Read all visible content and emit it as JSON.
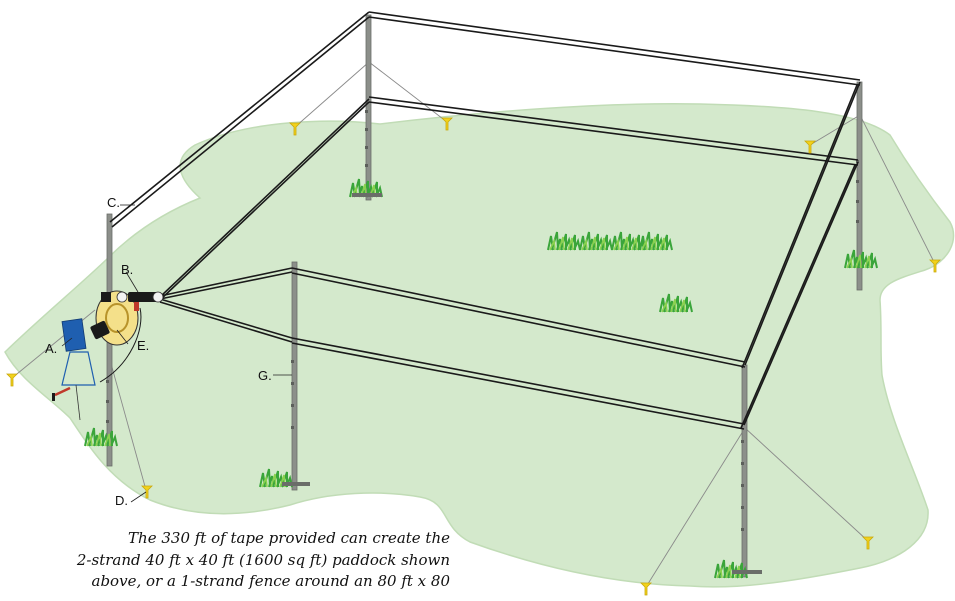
{
  "labels": {
    "a": "A.",
    "b": "B.",
    "c": "C.",
    "d": "D.",
    "e": "E.",
    "g": "G."
  },
  "caption": {
    "line1": "The 330 ft of tape provided can create the",
    "line2": "2-strand 40 ft x 40 ft (1600 sq ft) paddock shown",
    "line3": "above, or a 1-strand fence around an  80 ft x 80"
  },
  "colors": {
    "ground": "#d4e9cc",
    "ground_edge": "#b9d6ae",
    "post": "#8c8f8a",
    "tape": "#1a1a1a",
    "stake": "#f2d21b",
    "grass": "#3aa53a",
    "reel": "#f4e08a",
    "energizer": "#1f5fb0"
  },
  "icons": {
    "energizer": "energizer-box-icon",
    "reel": "tape-reel-icon",
    "stake": "ground-stake-icon",
    "grass": "grass-tuft-icon"
  }
}
